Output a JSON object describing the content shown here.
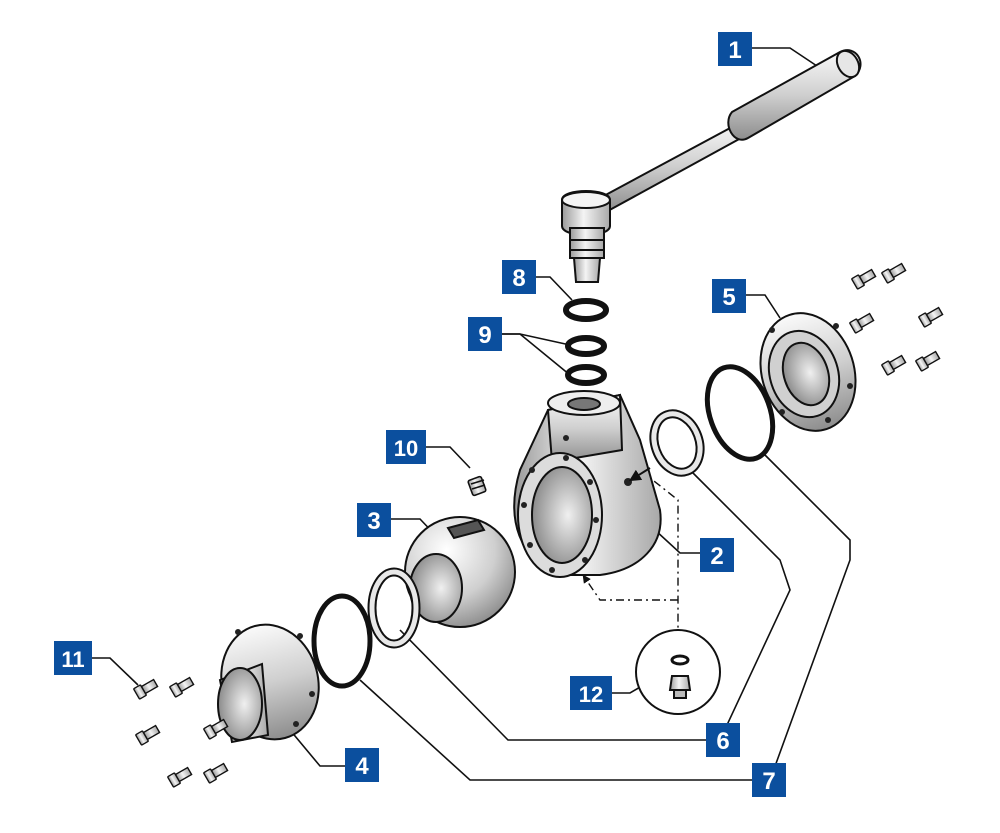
{
  "diagram": {
    "colors": {
      "badge": "#0b4f9e",
      "badge_text": "#ffffff",
      "outline": "#111111",
      "metal_light": "#f2f2f2",
      "metal_mid": "#c8c8c8",
      "metal_dark": "#8a8a8a"
    },
    "parts": [
      {
        "id": "handle",
        "label": "1"
      },
      {
        "id": "valve-body",
        "label": "2"
      },
      {
        "id": "ball",
        "label": "3"
      },
      {
        "id": "flange-left",
        "label": "4"
      },
      {
        "id": "flange-right",
        "label": "5"
      },
      {
        "id": "seat-rings",
        "label": "6"
      },
      {
        "id": "body-o-rings",
        "label": "7"
      },
      {
        "id": "stem-o-ring",
        "label": "8"
      },
      {
        "id": "stem-seals",
        "label": "9"
      },
      {
        "id": "set-screw",
        "label": "10"
      },
      {
        "id": "flange-bolts",
        "label": "11"
      },
      {
        "id": "drain-plug",
        "label": "12"
      }
    ]
  }
}
